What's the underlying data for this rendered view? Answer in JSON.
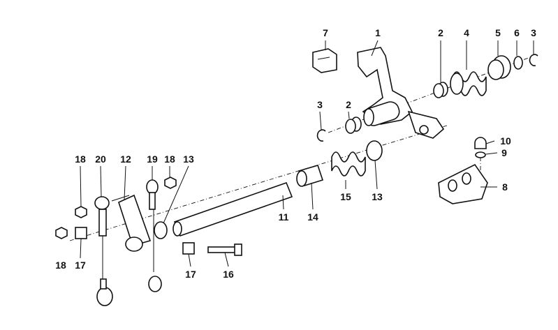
{
  "diagram": {
    "type": "exploded parts diagram",
    "callouts": [
      {
        "id": "c7",
        "number": "7"
      },
      {
        "id": "c1",
        "number": "1"
      },
      {
        "id": "c2a",
        "number": "2"
      },
      {
        "id": "c4",
        "number": "4"
      },
      {
        "id": "c5",
        "number": "5"
      },
      {
        "id": "c6",
        "number": "6"
      },
      {
        "id": "c3a",
        "number": "3"
      },
      {
        "id": "c3b",
        "number": "3"
      },
      {
        "id": "c2b",
        "number": "2"
      },
      {
        "id": "c10",
        "number": "10"
      },
      {
        "id": "c9",
        "number": "9"
      },
      {
        "id": "c8",
        "number": "8"
      },
      {
        "id": "c18a",
        "number": "18"
      },
      {
        "id": "c20",
        "number": "20"
      },
      {
        "id": "c12",
        "number": "12"
      },
      {
        "id": "c19",
        "number": "19"
      },
      {
        "id": "c18b",
        "number": "18"
      },
      {
        "id": "c13a",
        "number": "13"
      },
      {
        "id": "c11",
        "number": "11"
      },
      {
        "id": "c14",
        "number": "14"
      },
      {
        "id": "c15",
        "number": "15"
      },
      {
        "id": "c13b",
        "number": "13"
      },
      {
        "id": "c18c",
        "number": "18"
      },
      {
        "id": "c17a",
        "number": "17"
      },
      {
        "id": "c17b",
        "number": "17"
      },
      {
        "id": "c16",
        "number": "16"
      }
    ]
  }
}
